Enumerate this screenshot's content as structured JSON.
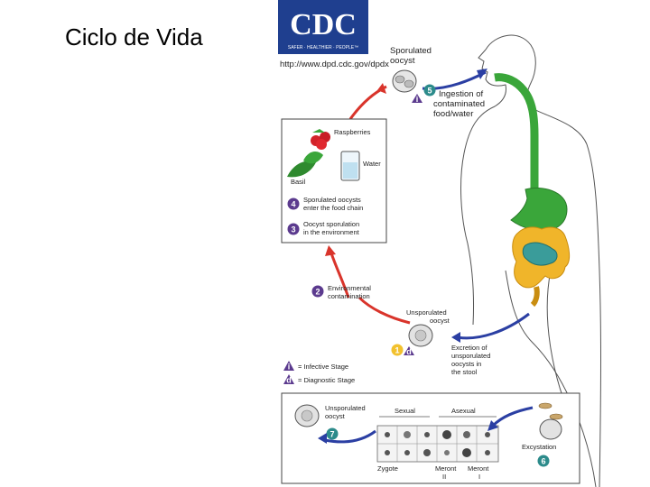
{
  "slide": {
    "title": "Ciclo de Vida"
  },
  "logo": {
    "text": "CDC",
    "tagline": "SAFER · HEALTHIER · PEOPLE™",
    "url": "http://www.dpd.cdc.gov/dpdx"
  },
  "stages": {
    "sporulated_oocyst": [
      "Sporulated",
      "oocyst"
    ],
    "ingestion": [
      "Ingestion of",
      "contaminated",
      "food/water"
    ],
    "raspberries": "Raspberries",
    "water": "Water",
    "basil": "Basil",
    "food_chain": [
      "Sporulated oocysts",
      "enter the food chain"
    ],
    "sporulation_env": [
      "Oocyst sporulation",
      "in the environment"
    ],
    "env_contamination": [
      "Environmental",
      "contamination"
    ],
    "unsporulated_oocyst": [
      "Unsporulated",
      "oocyst"
    ],
    "excretion": [
      "Excretion of",
      "unsporulated",
      "oocysts in",
      "the stool"
    ],
    "sexual": "Sexual",
    "asexual": "Asexual",
    "excystation": "Excystation",
    "zygote": "Zygote",
    "meront2": [
      "Meront",
      "II"
    ],
    "meront1": [
      "Meront",
      "I"
    ],
    "unsporulated_oocyst_inset": [
      "Unsporulated",
      "oocyst"
    ]
  },
  "legend": {
    "infective_symbol": "i",
    "infective": "= Infective Stage",
    "diagnostic_symbol": "d",
    "diagnostic": "= Diagnostic Stage"
  },
  "step_numbers": {
    "s1": "1",
    "s2": "2",
    "s3": "3",
    "s4": "4",
    "s5": "5",
    "s6": "6",
    "s7": "7"
  },
  "colors": {
    "cdc_blue": "#1f3f8f",
    "arrow_red": "#d9342b",
    "arrow_blue": "#2b3fa3",
    "stomach_green": "#3aa63a",
    "intestine_yellow": "#f0b52a",
    "intestine_teal": "#3a9c9a",
    "step_purple": "#5b3a8e",
    "step_teal": "#2c8b8b",
    "step_yellow": "#f2c12e"
  }
}
